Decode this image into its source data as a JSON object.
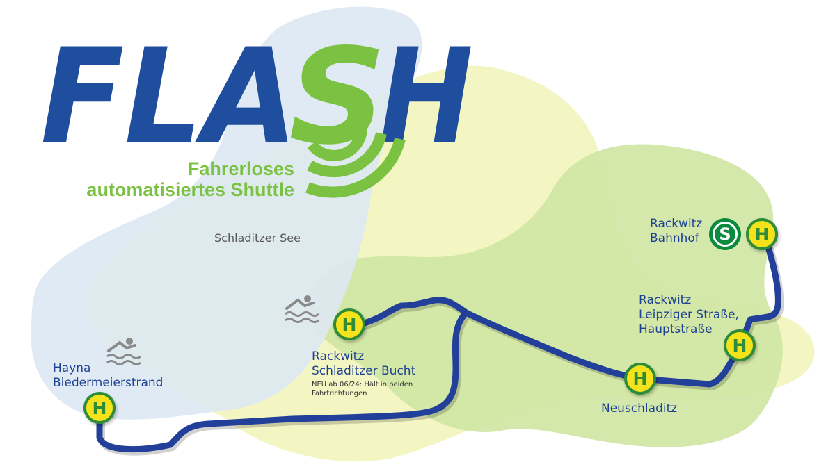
{
  "logo": {
    "part1": "FLA",
    "part2": "S",
    "part3": "H",
    "tagline_line1": "Fahrerloses",
    "tagline_line2": "automatisiertes Shuttle"
  },
  "colors": {
    "brand_blue": "#1f4e9e",
    "brand_green": "#7cc242",
    "route": "#22409a",
    "lake": "#dde8f3",
    "area_yellow": "#f3f5c3",
    "area_green": "#cfe6a3",
    "stop_yellow": "#f4e21a",
    "stop_green": "#2e8b3a",
    "sbahn_green": "#0a8a3c"
  },
  "lake_label": "Schladitzer See",
  "stop_symbol": "H",
  "sbahn_symbol": "S",
  "stops": [
    {
      "id": "hayna",
      "line1": "Hayna",
      "line2": "Biedermeierstrand"
    },
    {
      "id": "bucht",
      "line1": "Rackwitz",
      "line2": "Schladitzer Bucht",
      "note1": "NEU ab 06/24: Hält in beiden",
      "note2": "Fahrtrichtungen"
    },
    {
      "id": "neuschladitz",
      "line1": "Neuschladitz"
    },
    {
      "id": "leipziger",
      "line1": "Rackwitz",
      "line2": "Leipziger Straße,",
      "line3": "Hauptstraße"
    },
    {
      "id": "bahnhof",
      "line1": "Rackwitz",
      "line2": "Bahnhof"
    }
  ],
  "icons": [
    "swimming-icon",
    "swimming-icon",
    "stop-h-icon",
    "s-bahn-icon"
  ]
}
